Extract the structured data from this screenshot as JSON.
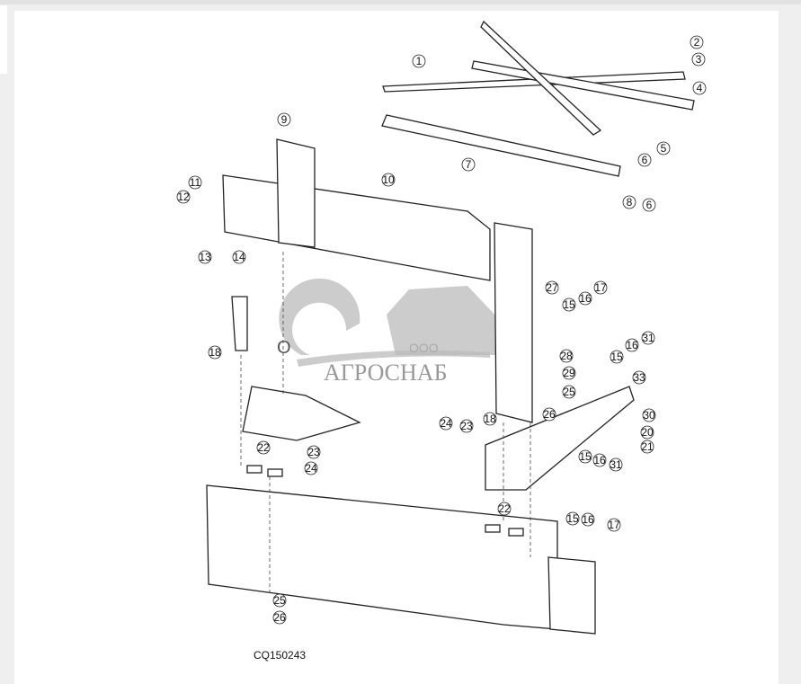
{
  "diagram": {
    "caption": "CQ150243",
    "watermark": {
      "prefix": "ООО",
      "name": "АГРОСНАБ",
      "stray_letter": "О"
    },
    "callouts": [
      "1",
      "2",
      "3",
      "4",
      "5",
      "6",
      "7",
      "8",
      "6",
      "9",
      "10",
      "11",
      "12",
      "13",
      "14",
      "15",
      "16",
      "17",
      "31",
      "16",
      "15",
      "27",
      "28",
      "29",
      "25",
      "26",
      "33",
      "18",
      "18",
      "30",
      "20",
      "21",
      "24",
      "23",
      "15",
      "16",
      "31",
      "22",
      "23",
      "24",
      "15",
      "16",
      "17",
      "22",
      "25",
      "26"
    ]
  }
}
